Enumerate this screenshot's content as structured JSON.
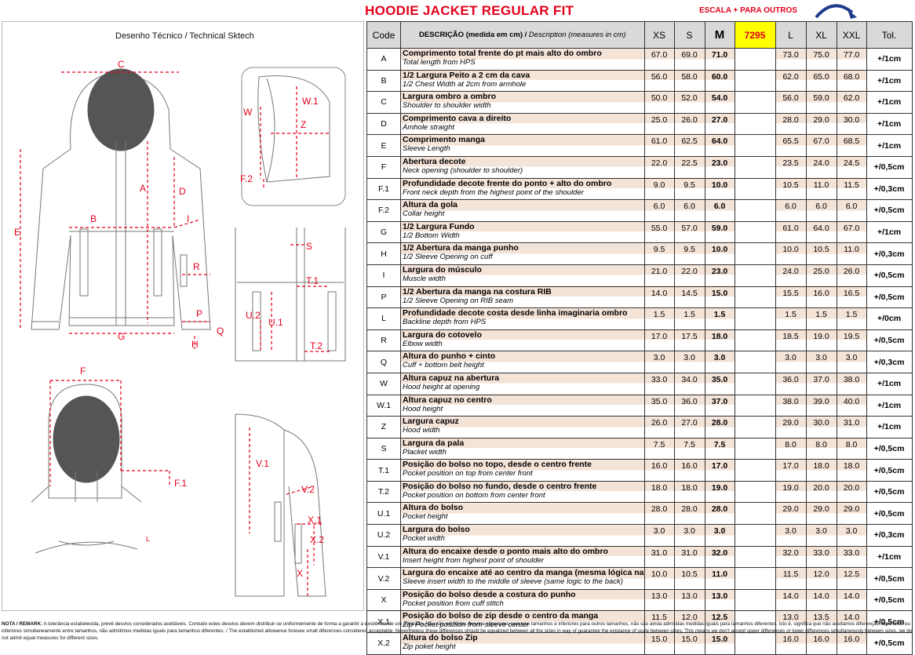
{
  "header": {
    "title": "HOODIE JACKET REGULAR FIT",
    "subtitle": "ESCALA + PARA OUTROS"
  },
  "sketch": {
    "title": "Desenho Técnico / Technical Sktech",
    "labels": [
      "C",
      "A",
      "D",
      "B",
      "I",
      "E",
      "R",
      "P",
      "Q",
      "G",
      "H",
      "W",
      "W.1",
      "Z",
      "F.2",
      "S",
      "T.1",
      "U.2",
      "U.1",
      "T.2",
      "F",
      "F.1",
      "V.1",
      "V.2",
      "X.1",
      "X.2",
      "X",
      "L"
    ]
  },
  "table": {
    "headers": {
      "code": "Code",
      "desc_pt": "DESCRIÇÃO (medida em cm) /",
      "desc_en": " Description (measures in cm)",
      "sizes": [
        "XS",
        "S",
        "M",
        "7295",
        "L",
        "XL",
        "XXL"
      ],
      "tol": "Tol."
    },
    "rows": [
      {
        "code": "A",
        "pt": "Comprimento total frente do pt mais alto do ombro",
        "en": "Total length from HPS",
        "xs": "67.0",
        "s": "69.0",
        "m": "71.0",
        "l": "73.0",
        "xl": "75.0",
        "xxl": "77.0",
        "tol": "+/1cm"
      },
      {
        "code": "B",
        "pt": "1/2 Largura Peito a 2 cm da cava",
        "en": "1/2 Chest Width at 2cm from armhole",
        "xs": "56.0",
        "s": "58.0",
        "m": "60.0",
        "l": "62.0",
        "xl": "65.0",
        "xxl": "68.0",
        "tol": "+/1cm"
      },
      {
        "code": "C",
        "pt": "Largura ombro a ombro",
        "en": "Shoulder to shoulder width",
        "xs": "50.0",
        "s": "52.0",
        "m": "54.0",
        "l": "56.0",
        "xl": "59.0",
        "xxl": "62.0",
        "tol": "+/1cm"
      },
      {
        "code": "D",
        "pt": "Comprimento cava a direito",
        "en": "Amhole straight",
        "xs": "25.0",
        "s": "26.0",
        "m": "27.0",
        "l": "28.0",
        "xl": "29.0",
        "xxl": "30.0",
        "tol": "+/1cm"
      },
      {
        "code": "E",
        "pt": "Comprimento manga",
        "en": "Sleeve Length",
        "xs": "61.0",
        "s": "62.5",
        "m": "64.0",
        "l": "65.5",
        "xl": "67.0",
        "xxl": "68.5",
        "tol": "+/1cm"
      },
      {
        "code": "F",
        "pt": "Abertura decote",
        "en": "Neck opening (shoulder to shoulder)",
        "xs": "22.0",
        "s": "22.5",
        "m": "23.0",
        "l": "23.5",
        "xl": "24.0",
        "xxl": "24.5",
        "tol": "+/0,5cm"
      },
      {
        "code": "F.1",
        "pt": "Profundidade decote frente do ponto + alto do ombro",
        "en": "Front neck depth  from the highest point of the shoulder",
        "xs": "9.0",
        "s": "9.5",
        "m": "10.0",
        "l": "10.5",
        "xl": "11.0",
        "xxl": "11.5",
        "tol": "+/0,3cm"
      },
      {
        "code": "F.2",
        "pt": "Altura da gola",
        "en": "Collar height",
        "xs": "6.0",
        "s": "6.0",
        "m": "6.0",
        "l": "6.0",
        "xl": "6.0",
        "xxl": "6.0",
        "tol": "+/0,5cm"
      },
      {
        "code": "G",
        "pt": "1/2 Largura Fundo",
        "en": "1/2 Bottom Width",
        "xs": "55.0",
        "s": "57.0",
        "m": "59.0",
        "l": "61.0",
        "xl": "64.0",
        "xxl": "67.0",
        "tol": "+/1cm"
      },
      {
        "code": "H",
        "pt": "1/2 Abertura da manga punho",
        "en": "1/2 Sleeve Opening on cuff",
        "xs": "9.5",
        "s": "9.5",
        "m": "10.0",
        "l": "10.0",
        "xl": "10.5",
        "xxl": "11.0",
        "tol": "+/0,3cm"
      },
      {
        "code": "I",
        "pt": "Largura do músculo",
        "en": "Muscle width",
        "xs": "21.0",
        "s": "22.0",
        "m": "23.0",
        "l": "24.0",
        "xl": "25.0",
        "xxl": "26.0",
        "tol": "+/0,5cm"
      },
      {
        "code": "P",
        "pt": "1/2 Abertura da manga na costura RIB",
        "en": "1/2 Sleeve Opening on RIB seam",
        "xs": "14.0",
        "s": "14.5",
        "m": "15.0",
        "l": "15.5",
        "xl": "16.0",
        "xxl": "16.5",
        "tol": "+/0,5cm"
      },
      {
        "code": "L",
        "pt": "Profundidade decote costa desde linha imaginaria ombro",
        "en": "Backline depth from HPS",
        "xs": "1.5",
        "s": "1.5",
        "m": "1.5",
        "l": "1.5",
        "xl": "1.5",
        "xxl": "1.5",
        "tol": "+/0cm"
      },
      {
        "code": "R",
        "pt": "Largura do cotovelo",
        "en": "Elbow width",
        "xs": "17.0",
        "s": "17.5",
        "m": "18.0",
        "l": "18.5",
        "xl": "19.0",
        "xxl": "19.5",
        "tol": "+/0,5cm"
      },
      {
        "code": "Q",
        "pt": "Altura do punho + cinto",
        "en": "Cuff + bottom belt height",
        "xs": "3.0",
        "s": "3.0",
        "m": "3.0",
        "l": "3.0",
        "xl": "3.0",
        "xxl": "3.0",
        "tol": "+/0,3cm"
      },
      {
        "code": "W",
        "pt": "Altura capuz na abertura",
        "en": "Hood height at opening",
        "xs": "33.0",
        "s": "34.0",
        "m": "35.0",
        "l": "36.0",
        "xl": "37.0",
        "xxl": "38.0",
        "tol": "+/1cm"
      },
      {
        "code": "W.1",
        "pt": "Altura capuz no centro",
        "en": "Hood height",
        "xs": "35.0",
        "s": "36.0",
        "m": "37.0",
        "l": "38.0",
        "xl": "39.0",
        "xxl": "40.0",
        "tol": "+/1cm"
      },
      {
        "code": "Z",
        "pt": "Largura capuz",
        "en": "Hood width",
        "xs": "26.0",
        "s": "27.0",
        "m": "28.0",
        "l": "29.0",
        "xl": "30.0",
        "xxl": "31.0",
        "tol": "+/1cm"
      },
      {
        "code": "S",
        "pt": "Largura da pala",
        "en": "Placket width",
        "xs": "7.5",
        "s": "7.5",
        "m": "7.5",
        "l": "8.0",
        "xl": "8.0",
        "xxl": "8.0",
        "tol": "+/0,5cm"
      },
      {
        "code": "T.1",
        "pt": "Posição do bolso no topo, desde o centro frente",
        "en": "Pocket position on top  from center front",
        "xs": "16.0",
        "s": "16.0",
        "m": "17.0",
        "l": "17.0",
        "xl": "18.0",
        "xxl": "18.0",
        "tol": "+/0,5cm"
      },
      {
        "code": "T.2",
        "pt": "Posição do bolso no fundo, desde o centro frente",
        "en": "Pocket position on bottom  from center front",
        "xs": "18.0",
        "s": "18.0",
        "m": "19.0",
        "l": "19.0",
        "xl": "20.0",
        "xxl": "20.0",
        "tol": "+/0,5cm"
      },
      {
        "code": "U.1",
        "pt": "Altura do bolso",
        "en": "Pocket height",
        "xs": "28.0",
        "s": "28.0",
        "m": "28.0",
        "l": "29.0",
        "xl": "29.0",
        "xxl": "29.0",
        "tol": "+/0,5cm"
      },
      {
        "code": "U.2",
        "pt": "Largura do bolso",
        "en": "Pocket width",
        "xs": "3.0",
        "s": "3.0",
        "m": "3.0",
        "l": "3.0",
        "xl": "3.0",
        "xxl": "3.0",
        "tol": "+/0,3cm"
      },
      {
        "code": "V.1",
        "pt": "Altura do encaixe desde o ponto mais alto do ombro",
        "en": "Insert height  from highest point of shoulder",
        "xs": "31.0",
        "s": "31.0",
        "m": "32.0",
        "l": "32.0",
        "xl": "33.0",
        "xxl": "33.0",
        "tol": "+/1cm"
      },
      {
        "code": "V.2",
        "pt": "Largura do encaixe até ao centro da manga (mesma lógica na",
        "en": "Sleeve insert width to the middle of sleeve (same logic to the back)",
        "xs": "10.0",
        "s": "10.5",
        "m": "11.0",
        "l": "11.5",
        "xl": "12.0",
        "xxl": "12.5",
        "tol": "+/0,5cm"
      },
      {
        "code": "X",
        "pt": "Posição do bolso desde a costura do punho",
        "en": "Pocket position from cuff stitch",
        "xs": "13.0",
        "s": "13.0",
        "m": "13.0",
        "l": "14.0",
        "xl": "14.0",
        "xxl": "14.0",
        "tol": "+/0,5cm"
      },
      {
        "code": "X.1",
        "pt": "Posição do bolso de zip desde o centro da manga",
        "en": "Zip Pocket position from sleeve center",
        "xs": "11.5",
        "s": "12.0",
        "m": "12.5",
        "l": "13.0",
        "xl": "13.5",
        "xxl": "14.0",
        "tol": "+/0,5cm"
      },
      {
        "code": "X.2",
        "pt": "Altura do bolso Zip",
        "en": "Zip poket height",
        "xs": "15.0",
        "s": "15.0",
        "m": "15.0",
        "l": "16.0",
        "xl": "16.0",
        "xxl": "16.0",
        "tol": "+/0,5cm"
      }
    ]
  },
  "note": {
    "label": "NOTA / REMARK:",
    "text": " A tolerância estabelecida, prevê desvios considerados aceitáveis. Contudo estes desvios devem distribuir-se uniformemente de forma a garantir a existência de um escalado. Não são admitidos desvios superiores para uns tamanhos e inferiores para outros tamanhos, não são ainda admitidas medidas iguais para tamanhos diferentes. Isto é, significa que não aceitamos diferenças superiores ou inferiores simultaneamente entre tamanhos, não admitimos medidas iguais para tamanhos diferentes. / The established allowance foresee small diferences considered acceptable. Nevertheless these differences should be equalized between all the sizes in way of guarantee the existance of scale between sizes. This means we don't accept upper differences or lower differences simultaneously between sizes, we do not admit equal measures for different sizes."
  },
  "colors": {
    "accent": "#e3001b",
    "highlight": "#ffff00",
    "header_bg": "#d9d9d9",
    "band": "#f4e3d7"
  }
}
